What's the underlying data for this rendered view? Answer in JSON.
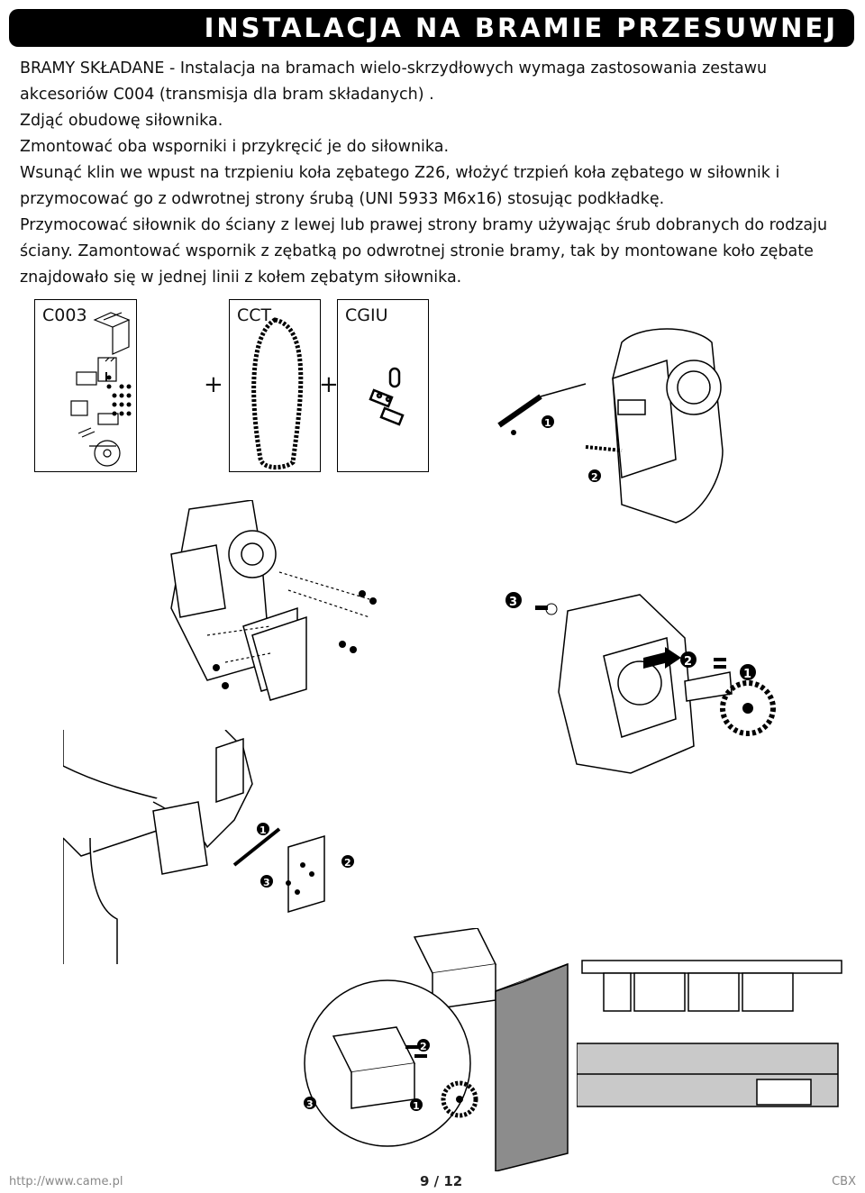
{
  "header": {
    "title": "INSTALACJA NA BRAMIE PRZESUWNEJ"
  },
  "intro": {
    "lines": [
      "BRAMY SKŁADANE - Instalacja na bramach wielo-skrzydłowych wymaga zastosowania zestawu akcesoriów C004 (transmisja dla bram składanych) .",
      "Zdjąć obudowę siłownika.",
      "Zmontować oba wsporniki i przykręcić je do siłownika.",
      "Wsunąć klin we wpust na trzpieniu koła zębatego Z26, włożyć trzpień koła zębatego w siłownik i przymocować go z odwrotnej strony  śrubą (UNI 5933 M6x16) stosując podkładkę.",
      "Przymocować siłownik do ściany z lewej lub prawej strony bramy używając śrub dobranych do rodzaju ściany. Zamontować wspornik z zębatką po odwrotnej stronie bramy, tak by montowane koło zębate znajdowało się w jednej linii z kołem zębatym siłownika."
    ]
  },
  "kits": [
    {
      "label": "C003"
    },
    {
      "label": "CCT"
    },
    {
      "label": "CGIU"
    }
  ],
  "plus_sign": "+",
  "steps": {
    "s1": "1",
    "s2": "2",
    "s3": "3"
  },
  "footer": {
    "url": "http://www.came.pl",
    "page": "9 / 12",
    "code": "CBX"
  }
}
